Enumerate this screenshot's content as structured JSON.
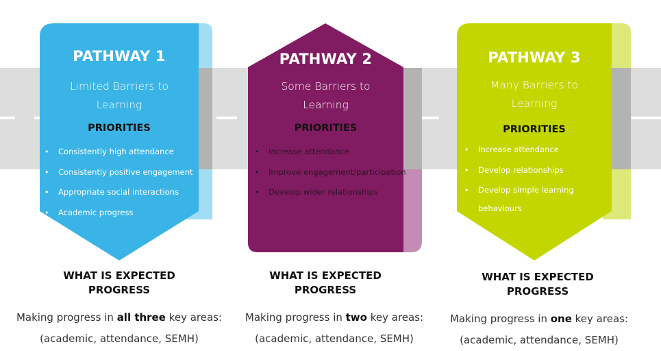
{
  "colors": {
    "road": "#dddddd",
    "pathway_1": "#3ab4e6",
    "pathway_2": "#821c62",
    "pathway_3": "#c4d600"
  },
  "pathways": [
    {
      "title": "PATHWAY 1",
      "subtitle_line1": "Limited Barriers to",
      "subtitle_line2": "Learning",
      "priorities_heading": "PRIORITIES",
      "priorities": [
        "Consistently high attendance",
        "Consistently positive engagement",
        "Appropriate social interactions",
        "Academic progress"
      ],
      "expected_line1": "WHAT IS EXPECTED",
      "expected_line2": "PROGRESS",
      "progress_prefix": "Making progress in ",
      "progress_emphasis": "all three",
      "progress_suffix": " key areas:",
      "progress_areas": "(academic, attendance, SEMH)"
    },
    {
      "title": "PATHWAY 2",
      "subtitle_line1": "Some Barriers to",
      "subtitle_line2": "Learning",
      "priorities_heading": "PRIORITIES",
      "priorities": [
        "Increase attendance",
        "Improve engagement/participation",
        "Develop wider relationships"
      ],
      "expected_line1": "WHAT IS EXPECTED",
      "expected_line2": "PROGRESS",
      "progress_prefix": "Making progress in ",
      "progress_emphasis": "two",
      "progress_suffix": " key areas:",
      "progress_areas": "(academic, attendance, SEMH)"
    },
    {
      "title": "PATHWAY 3",
      "subtitle_line1": "Many Barriers to",
      "subtitle_line2": "Learning",
      "priorities_heading": "PRIORITIES",
      "priorities": [
        "Increase attendance",
        "Develop relationships",
        "Develop simple learning behaviours"
      ],
      "expected_line1": "WHAT IS EXPECTED",
      "expected_line2": "PROGRESS",
      "progress_prefix": "Making progress in ",
      "progress_emphasis": "one",
      "progress_suffix": " key areas:",
      "progress_areas": "(academic, attendance, SEMH)"
    }
  ]
}
